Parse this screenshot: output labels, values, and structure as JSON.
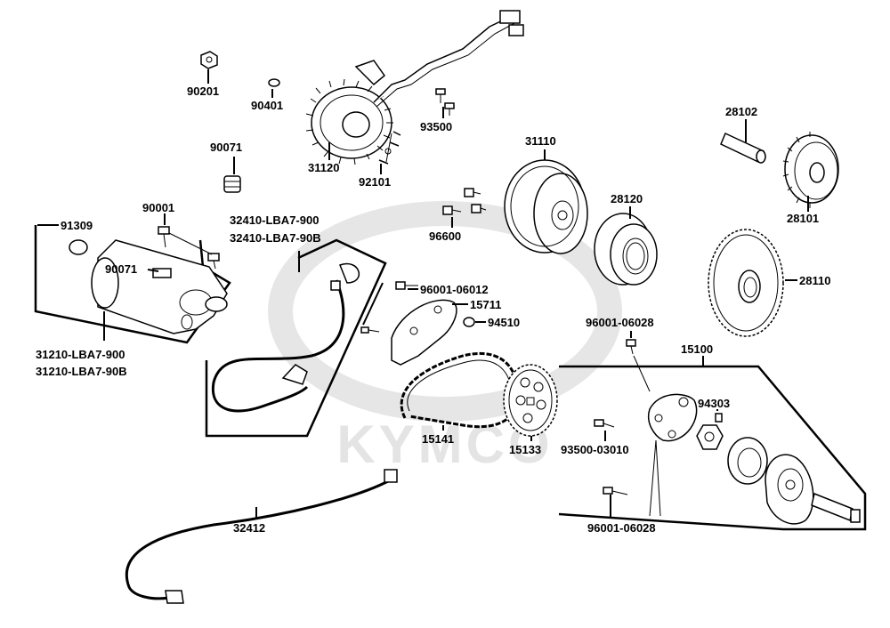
{
  "watermark": "KYMCO",
  "labels": {
    "p90201": "90201",
    "p90401": "90401",
    "p93500": "93500",
    "p90071a": "90071",
    "p31120": "31120",
    "p92101": "92101",
    "p31110": "31110",
    "p28102": "28102",
    "p28120": "28120",
    "p28101": "28101",
    "p96600": "96600",
    "p28110": "28110",
    "p90001": "90001",
    "p91309": "91309",
    "p90071b": "90071",
    "p31210a": "31210-LBA7-900",
    "p31210b": "31210-LBA7-90B",
    "p32410a": "32410-LBA7-900",
    "p32410b": "32410-LBA7-90B",
    "p96001a": "96001-06012",
    "p15711": "15711",
    "p94510": "94510",
    "p96001b": "96001-06028",
    "p15100": "15100",
    "p94303": "94303",
    "p15141": "15141",
    "p15133": "15133",
    "p93500b": "93500-03010",
    "p96001c": "96001-06028",
    "p32412": "32412"
  }
}
